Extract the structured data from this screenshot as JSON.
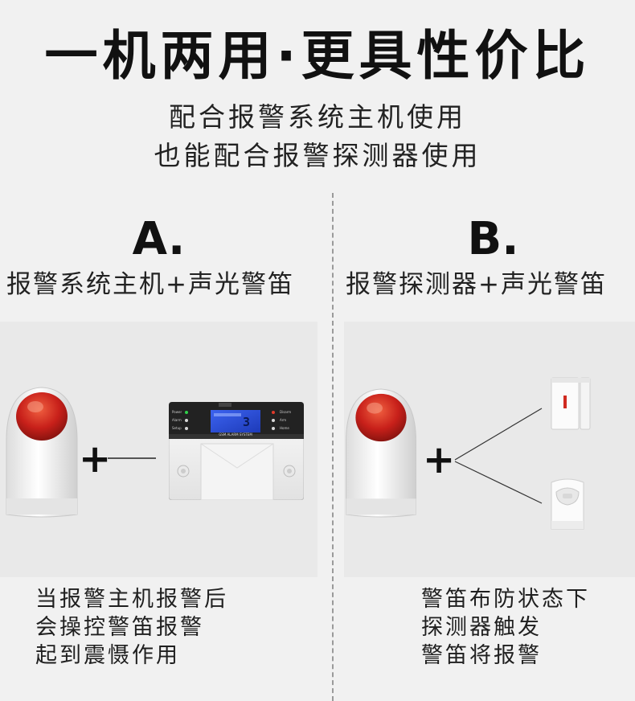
{
  "header": {
    "title": "一机两用·更具性价比",
    "subtitle_line1": "配合报警系统主机使用",
    "subtitle_line2": "也能配合报警探测器使用"
  },
  "option_a": {
    "letter": "A.",
    "label": "报警系统主机+声光警笛",
    "plus": "+",
    "panel": {
      "lcd_digit": "3",
      "name_strip": "GSM ALARM SYSTEM",
      "left_labels": [
        "Power",
        "Alarm",
        "Setup"
      ],
      "right_labels": [
        "Disarm",
        "Arm",
        "Home"
      ]
    },
    "description": [
      "当报警主机报警后",
      "会操控警笛报警",
      "起到震慑作用"
    ]
  },
  "option_b": {
    "letter": "B.",
    "label": "报警探测器+声光警笛",
    "plus": "+",
    "description": [
      "警笛布防状态下",
      "探测器触发",
      "警笛将报警"
    ]
  },
  "colors": {
    "background": "#f1f1f1",
    "siren_red": "#c8201a",
    "lcd_blue": "#2a4fd8"
  }
}
